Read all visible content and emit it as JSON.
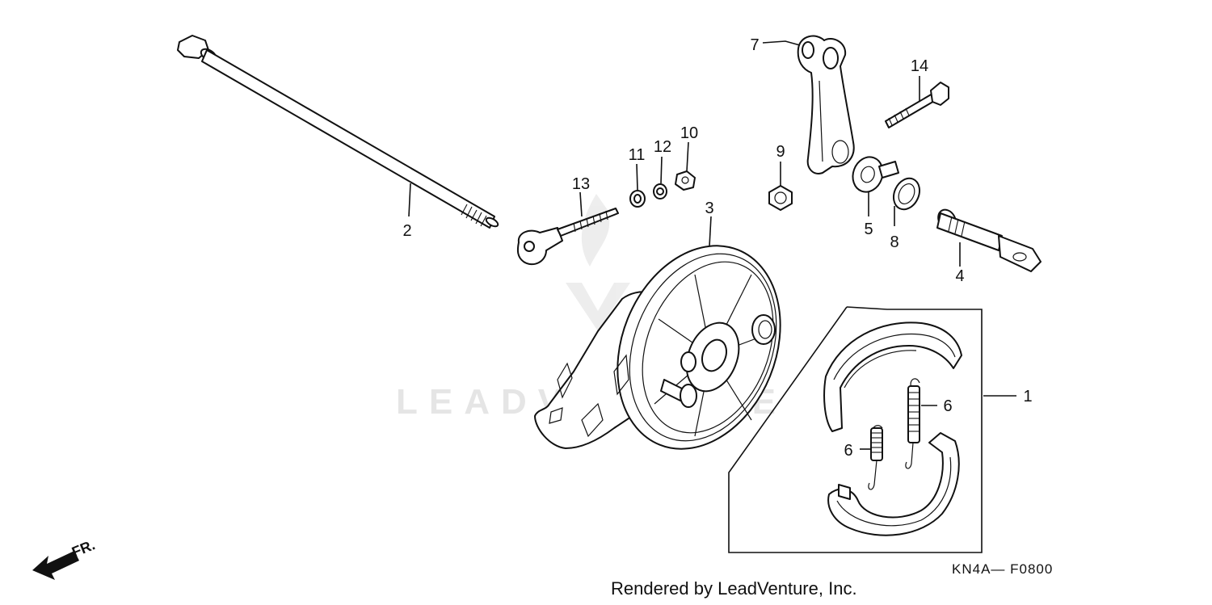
{
  "diagram": {
    "callouts": [
      {
        "id": "1",
        "text": "1"
      },
      {
        "id": "2",
        "text": "2"
      },
      {
        "id": "3",
        "text": "3"
      },
      {
        "id": "4",
        "text": "4"
      },
      {
        "id": "5",
        "text": "5"
      },
      {
        "id": "6a",
        "text": "6"
      },
      {
        "id": "6b",
        "text": "6"
      },
      {
        "id": "7",
        "text": "7"
      },
      {
        "id": "8",
        "text": "8"
      },
      {
        "id": "9",
        "text": "9"
      },
      {
        "id": "10",
        "text": "10"
      },
      {
        "id": "11",
        "text": "11"
      },
      {
        "id": "12",
        "text": "12"
      },
      {
        "id": "13",
        "text": "13"
      },
      {
        "id": "14",
        "text": "14"
      }
    ],
    "front_indicator": "FR.",
    "diagram_code": "KN4A— F0800",
    "watermark": "LEADVENTURE",
    "footer_credit": "Rendered by LeadVenture, Inc."
  }
}
